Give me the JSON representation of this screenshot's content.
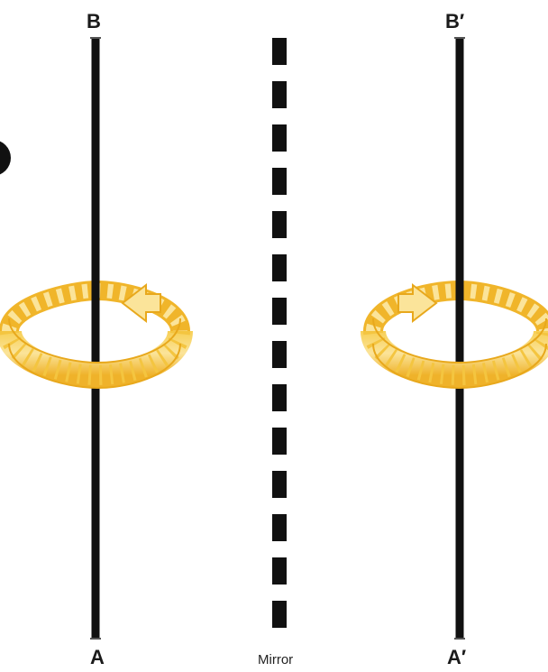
{
  "labels": {
    "left_top": "B",
    "left_bottom": "A",
    "right_top": "B′",
    "right_bottom": "A′",
    "mirror": "Mirror"
  },
  "colors": {
    "rod": "#111111",
    "ring_fill": "#f2bd2c",
    "ring_light": "#fbe49a",
    "ring_edge": "#e0a61c",
    "mirror_dash": "#111111",
    "background": "#ffffff"
  },
  "diagram": {
    "left_ring_arrow": "points-left",
    "right_ring_arrow": "points-right"
  }
}
